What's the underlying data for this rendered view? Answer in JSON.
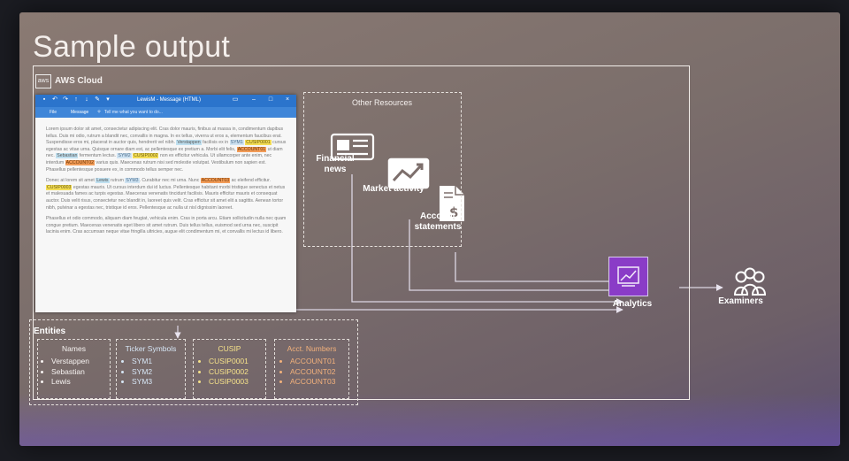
{
  "slide": {
    "title": "Sample output",
    "cloud_label": "AWS Cloud",
    "aws_logo": "aws"
  },
  "email": {
    "title": "LewisM - Message (HTML)",
    "menu": {
      "file": "File",
      "message": "Message",
      "tell": "Tell me what you want to do..."
    },
    "colors": {
      "titlebar": "#2b74cc",
      "names": "#bfe0f0",
      "tickers": "#cfe3f2",
      "cusip": "#f3dd55",
      "accounts": "#f29c58"
    },
    "p1": [
      "Lorem ipsum dolor sit amet, consectetur adipiscing elit. Cras dolor mauris, finibus at massa in, condimentum dapibus tellus. Duis mi odio, rutrum a blandit nec, convallis in magna. In ex tellus, viverra ut eros a, elementum faucibus erat. Suspendisse eros mi, placerat in auctor quis, hendrerit vel nibh.",
      "Verstappen",
      "facilisis ex in",
      "SYM1",
      "CUSIP0001",
      "cursus egestas ac vitae urna. Quisque ornare diam est, ac pellentesque ex pretium a. Morbi elit felis,",
      "ACCOUNT01",
      "ut diam nec.",
      "Sebastian",
      "fermentum lectus.",
      "SYM2",
      "CUSIP0002",
      "non ex efficitur vehicula. Ut ullamcorper ante enim, nec interdum",
      "ACCOUNT02",
      "varius quis. Maecenas rutrum nisi sed molestie volutpat. Vestibulum non sapien est. Phasellus pellentesque posuere ex, in commodo tellus semper nec."
    ],
    "p2": [
      "Donec at lorem sit amet",
      "Lewis",
      "rutrum",
      "SYM3",
      ". Curabitur nec mi urna. Nunc",
      "ACCOUNT03",
      "ac eleifend efficitur.",
      "CUSIP0003",
      "egestas mauris. Ut cursus interdum dui id luctus. Pellentesque habitant morbi tristique senectus et netus et malesuada fames ac turpis egestas. Maecenas venenatis tincidunt facilisis. Mauris efficitur mauris et consequat auctor. Duis velit risus, consectetur nec blandit in, laoreet quis velit. Cras efficitur sit amet elit a sagittis. Aenean tortor nibh, pulvinar a egestas nec, tristique id eros. Pellentesque ac nulla ut nisl dignissim laoreet."
    ],
    "p3": "Phasellus et odio commodo, aliquam diam feugiat, vehicula enim. Cras in porta arcu. Etiam sollicitudin nulla nec quam congue pretium. Maecenas venenatis eget libero sit amet rutrum. Duis tellus tellus, euismod sed urna nec, suscipit lacinia enim. Cras accumsan neque vitae fringilla ultricies, augue elit condimentum mi, et convallis mi lectus id libero."
  },
  "other_resources": {
    "label": "Other Resources",
    "financial_news": "Financial news",
    "market_activity": "Market activity",
    "account_statements": "Account statements"
  },
  "analytics": {
    "label": "Analytics",
    "color": "#8a3cc7"
  },
  "examiners": {
    "label": "Examiners"
  },
  "entities": {
    "label": "Entities",
    "names": {
      "header": "Names",
      "items": [
        "Verstappen",
        "Sebastian",
        "Lewis"
      ]
    },
    "ticker": {
      "header": "Ticker Symbols",
      "items": [
        "SYM1",
        "SYM2",
        "SYM3"
      ]
    },
    "cusip": {
      "header": "CUSIP",
      "items": [
        "CUSIP0001",
        "CUSIP0002",
        "CUSIP0003"
      ]
    },
    "accounts": {
      "header": "Acct. Numbers",
      "items": [
        "ACCOUNT01",
        "ACCOUNT02",
        "ACCOUNT03"
      ]
    }
  }
}
